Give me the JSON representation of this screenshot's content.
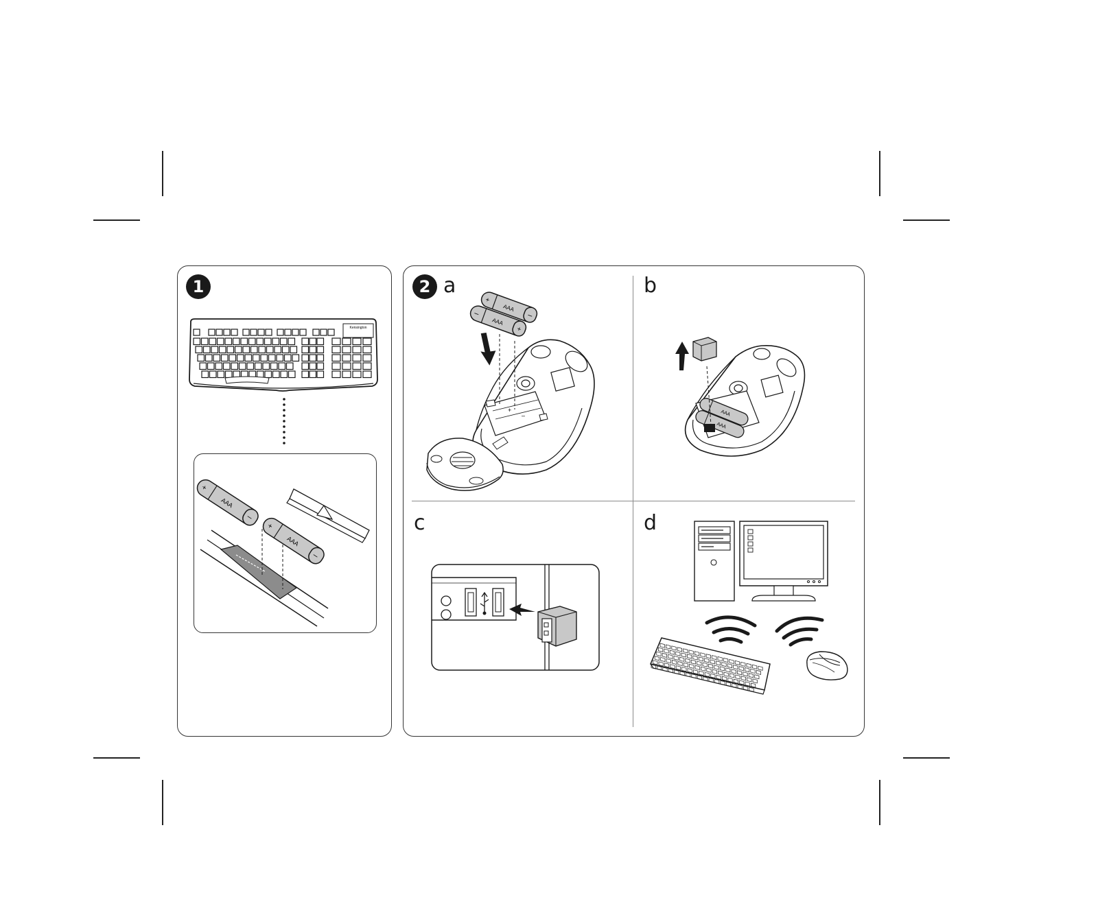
{
  "step1": {
    "number": "1",
    "battery_a_label": "AAA",
    "battery_b_label": "AAA",
    "keyboard_brand": "Kensington"
  },
  "step2": {
    "number": "2",
    "sub_a": {
      "letter": "a",
      "battery_a_label": "AAA",
      "battery_b_label": "AAA"
    },
    "sub_b": {
      "letter": "b",
      "battery_a_label": "AAA",
      "battery_b_label": "AAA"
    },
    "sub_c": {
      "letter": "c"
    },
    "sub_d": {
      "letter": "d"
    }
  },
  "colors": {
    "line": "#1a1a1a",
    "battery": "#c8c8c8",
    "panel_border": "#333333"
  }
}
